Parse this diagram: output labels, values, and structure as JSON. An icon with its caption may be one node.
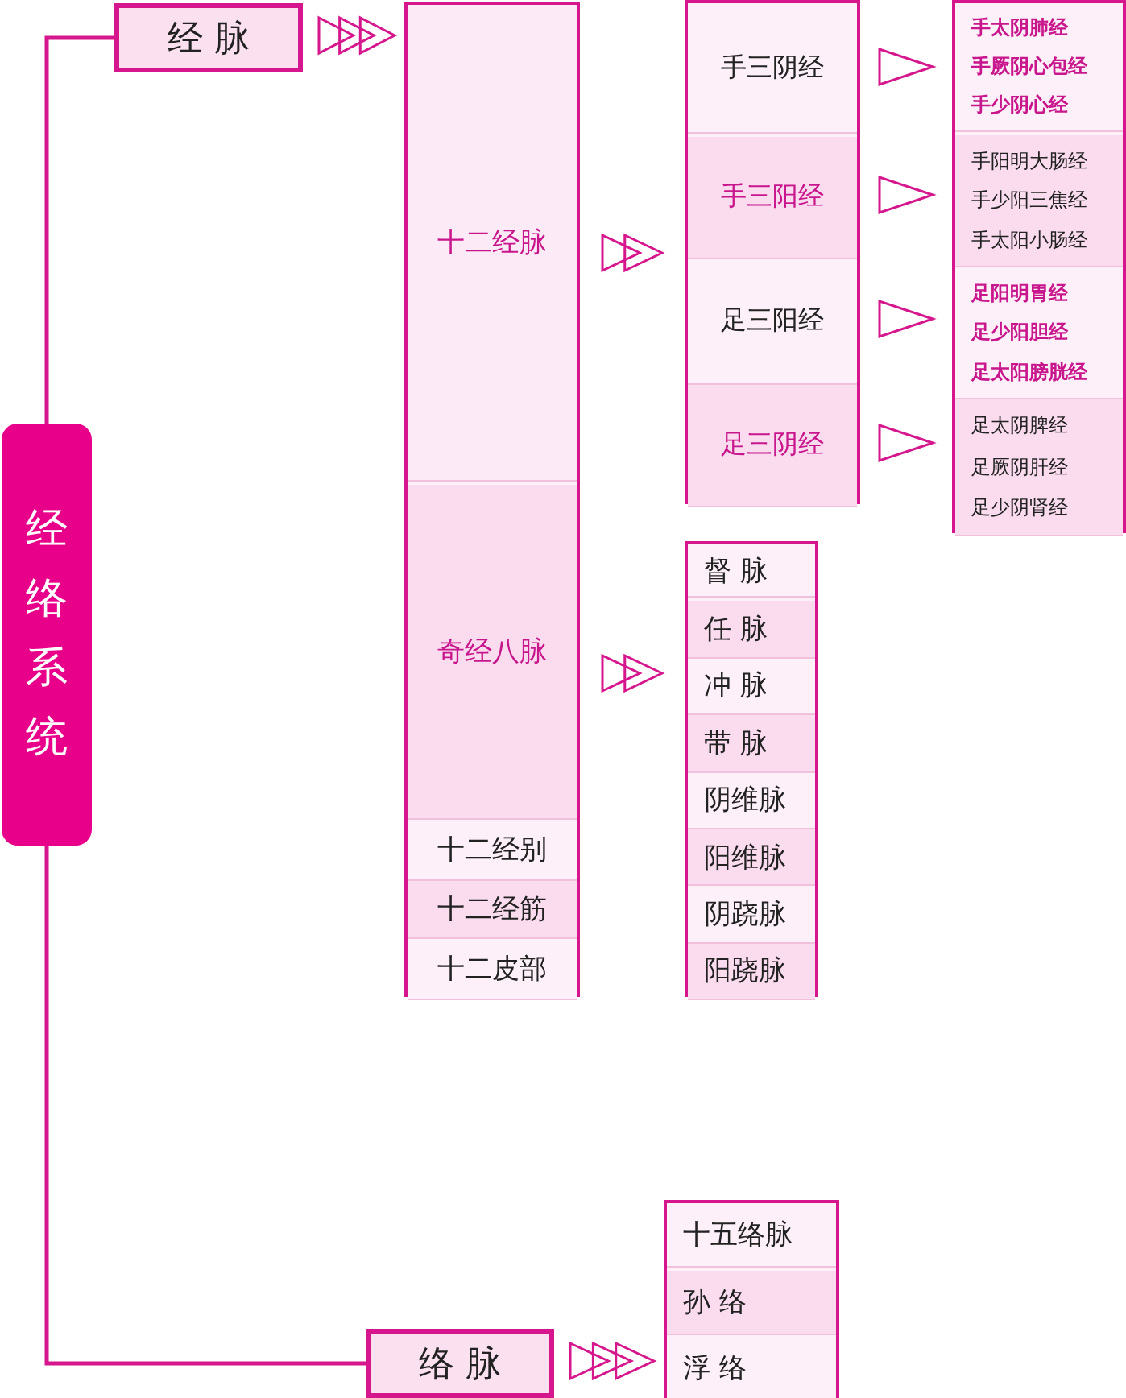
{
  "diagram": {
    "nodes": [
      {
        "text": [
          "经络系统"
        ]
      },
      {
        "text": [
          "经 脉"
        ]
      },
      {
        "text": [],
        "shape": "box"
      },
      {
        "text": [
          "十二经脉"
        ],
        "in": 2
      },
      {
        "text": [
          "奇经八脉"
        ],
        "in": 2
      },
      {
        "text": [
          "十二经别"
        ],
        "in": 2
      },
      {
        "text": [
          "十二经筋"
        ],
        "in": 2
      },
      {
        "text": [
          "十二皮部"
        ],
        "in": 2
      },
      {
        "text": [],
        "shape": "box"
      },
      {
        "text": [
          "手三阴经"
        ],
        "in": 8
      },
      {
        "text": [
          "手三阳经"
        ],
        "in": 8
      },
      {
        "text": [
          "足三阳经"
        ],
        "in": 8
      },
      {
        "text": [
          "足三阴经"
        ],
        "in": 8
      },
      {
        "text": [],
        "shape": "box"
      },
      {
        "text": [
          "手太阴肺经",
          "手厥阴心包经",
          "手少阴心经"
        ],
        "in": 13
      },
      {
        "text": [
          "手阳明大肠经",
          "手少阳三焦经",
          "手太阳小肠经"
        ],
        "in": 13
      },
      {
        "text": [
          "足阳明胃经",
          "足少阳胆经",
          "足太阳膀胱经"
        ],
        "in": 13
      },
      {
        "text": [
          "足太阴脾经",
          "足厥阴肝经",
          "足少阴肾经"
        ],
        "in": 13
      },
      {
        "text": [],
        "shape": "box"
      },
      {
        "text": [
          "督 脉"
        ],
        "in": 18
      },
      {
        "text": [
          "任 脉"
        ],
        "in": 18
      },
      {
        "text": [
          "冲 脉"
        ],
        "in": 18
      },
      {
        "text": [
          "带 脉"
        ],
        "in": 18
      },
      {
        "text": [
          "阴维脉"
        ],
        "in": 18
      },
      {
        "text": [
          "阳维脉"
        ],
        "in": 18
      },
      {
        "text": [
          "阴跷脉"
        ],
        "in": 18
      },
      {
        "text": [
          "阳跷脉"
        ],
        "in": 18
      },
      {
        "text": [
          "络 脉"
        ]
      },
      {
        "text": [],
        "shape": "box"
      },
      {
        "text": [
          "十五络脉"
        ],
        "in": 28
      },
      {
        "text": [
          "孙 络"
        ],
        "in": 28
      },
      {
        "text": [
          "浮 络"
        ],
        "in": 28
      }
    ],
    "edges": [
      {
        "from": 0,
        "to": 1,
        "arrow": "none"
      },
      {
        "from": 0,
        "to": 27,
        "arrow": "none"
      },
      {
        "from": 1,
        "to": 2,
        "arrow": "to"
      },
      {
        "from": 3,
        "to": 8,
        "arrow": "to"
      },
      {
        "from": 9,
        "to": 14,
        "arrow": "to"
      },
      {
        "from": 10,
        "to": 15,
        "arrow": "to"
      },
      {
        "from": 11,
        "to": 16,
        "arrow": "to"
      },
      {
        "from": 12,
        "to": 17,
        "arrow": "to"
      },
      {
        "from": 4,
        "to": 18,
        "arrow": "to"
      },
      {
        "from": 27,
        "to": 28,
        "arrow": "to"
      }
    ]
  }
}
